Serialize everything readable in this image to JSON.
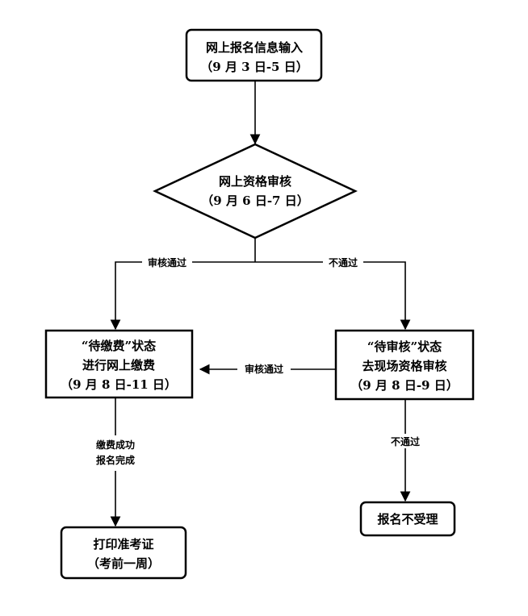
{
  "nodes": {
    "online_info_input": {
      "line1": "网上报名信息输入",
      "line2": "（9 月 3 日-5 日）"
    },
    "online_review": {
      "line1": "网上资格审核",
      "line2": "（9 月 6 日-7 日）"
    },
    "pending_payment": {
      "line1": "“待缴费”状态",
      "line2": "进行网上缴费",
      "line3": "（9 月 8 日-11 日）"
    },
    "pending_review": {
      "line1": "“待审核”状态",
      "line2": "去现场资格审核",
      "line3": "（9 月 8 日-9 日）"
    },
    "print_admission": {
      "line1": "打印准考证",
      "line2": "（考前一周）"
    },
    "not_accepted": {
      "line1": "报名不受理"
    }
  },
  "edges": {
    "review_passed": "审核通过",
    "not_passed": "不通过",
    "onsite_passed": "审核通过",
    "payment_success_line1": "缴费成功",
    "payment_success_line2": "报名完成",
    "onsite_not_passed": "不通过"
  }
}
